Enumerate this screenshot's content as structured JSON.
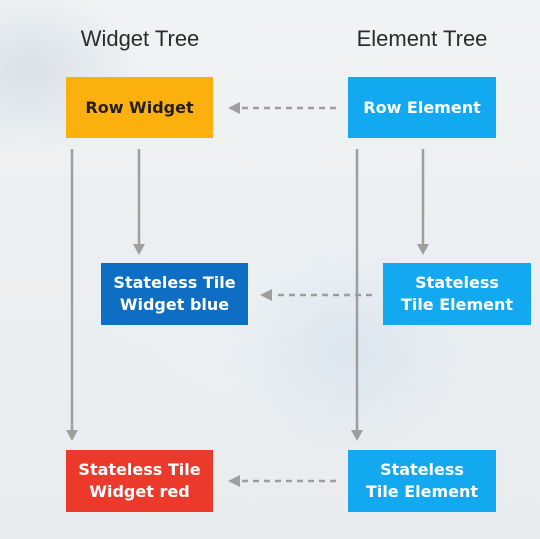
{
  "columns": {
    "widget_title": "Widget Tree",
    "element_title": "Element Tree"
  },
  "boxes": {
    "row_widget": {
      "label": "Row Widget",
      "color": "#fbb00e"
    },
    "row_element": {
      "label": "Row Element",
      "color": "#13a9f1"
    },
    "stateless_blue": {
      "line1": "Stateless Tile",
      "line2": "Widget blue",
      "color": "#0d6ec4"
    },
    "stateless_element_1": {
      "line1": "Stateless",
      "line2": "Tile Element",
      "color": "#13a9f1"
    },
    "stateless_red": {
      "line1": "Stateless Tile",
      "line2": "Widget red",
      "color": "#eb3a2c"
    },
    "stateless_element_2": {
      "line1": "Stateless",
      "line2": "Tile Element",
      "color": "#13a9f1"
    }
  },
  "connector_color": "#9e9e9e"
}
